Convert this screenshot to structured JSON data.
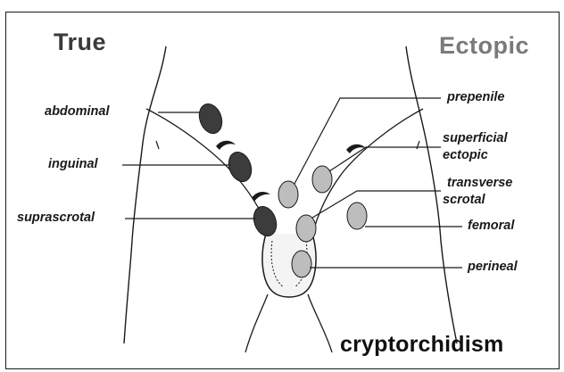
{
  "headings": {
    "true": "True",
    "ectopic": "Ectopic"
  },
  "labels": {
    "abdominal": "abdominal",
    "inguinal": "inguinal",
    "suprascrotal": "suprascrotal",
    "prepenile": "prepenile",
    "superficial_line1": "superficial",
    "superficial_line2": "ectopic",
    "transverse_line1": "transverse",
    "transverse_line2": "scrotal",
    "femoral": "femoral",
    "perineal": "perineal"
  },
  "title": "cryptorchidism",
  "colors": {
    "true_testis": "#3c3c3c",
    "ectopic_testis": "#bdbdbd",
    "outline": "#1a1a1a"
  }
}
